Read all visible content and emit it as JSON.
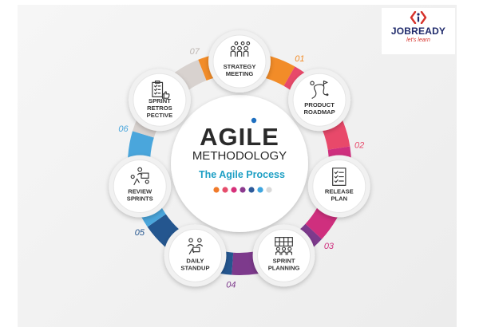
{
  "center": {
    "title_main": "AGILE",
    "title_sub": "METHODOLOGY",
    "subtitle": "The Agile Process",
    "dot_colors": [
      "#f07a2a",
      "#e64d6c",
      "#d6307a",
      "#8b3a8f",
      "#2d5a9a",
      "#3fa6e0",
      "#d9d9d9"
    ]
  },
  "steps": [
    {
      "number": "01",
      "label_lines": [
        "STRATEGY",
        "MEETING"
      ],
      "icon": "meeting-people-icon",
      "color": "#f28c28"
    },
    {
      "number": "02",
      "label_lines": [
        "PRODUCT",
        "ROADMAP"
      ],
      "icon": "roadmap-path-icon",
      "color": "#e8496a"
    },
    {
      "number": "03",
      "label_lines": [
        "RELEASE",
        "PLAN"
      ],
      "icon": "checklist-document-icon",
      "color": "#cf2f7e"
    },
    {
      "number": "04",
      "label_lines": [
        "SPRINT",
        "PLANNING"
      ],
      "icon": "presentation-board-icon",
      "color": "#7d3a8c"
    },
    {
      "number": "05",
      "label_lines": [
        "DAILY",
        "STANDUP"
      ],
      "icon": "team-standup-icon",
      "color": "#24568f"
    },
    {
      "number": "06",
      "label_lines": [
        "REVIEW",
        "SPRINTS"
      ],
      "icon": "review-presenter-icon",
      "color": "#4aa6dc"
    },
    {
      "number": "07",
      "label_lines": [
        "SPRINT",
        "RETROS",
        "PECTIVE"
      ],
      "icon": "clipboard-thumbs-up-icon",
      "color": "#d8d2cf"
    }
  ],
  "logo": {
    "name": "JOBREADY",
    "tagline": "let's learn",
    "brand_color": "#1f2a6b",
    "accent_color": "#d6322b"
  }
}
